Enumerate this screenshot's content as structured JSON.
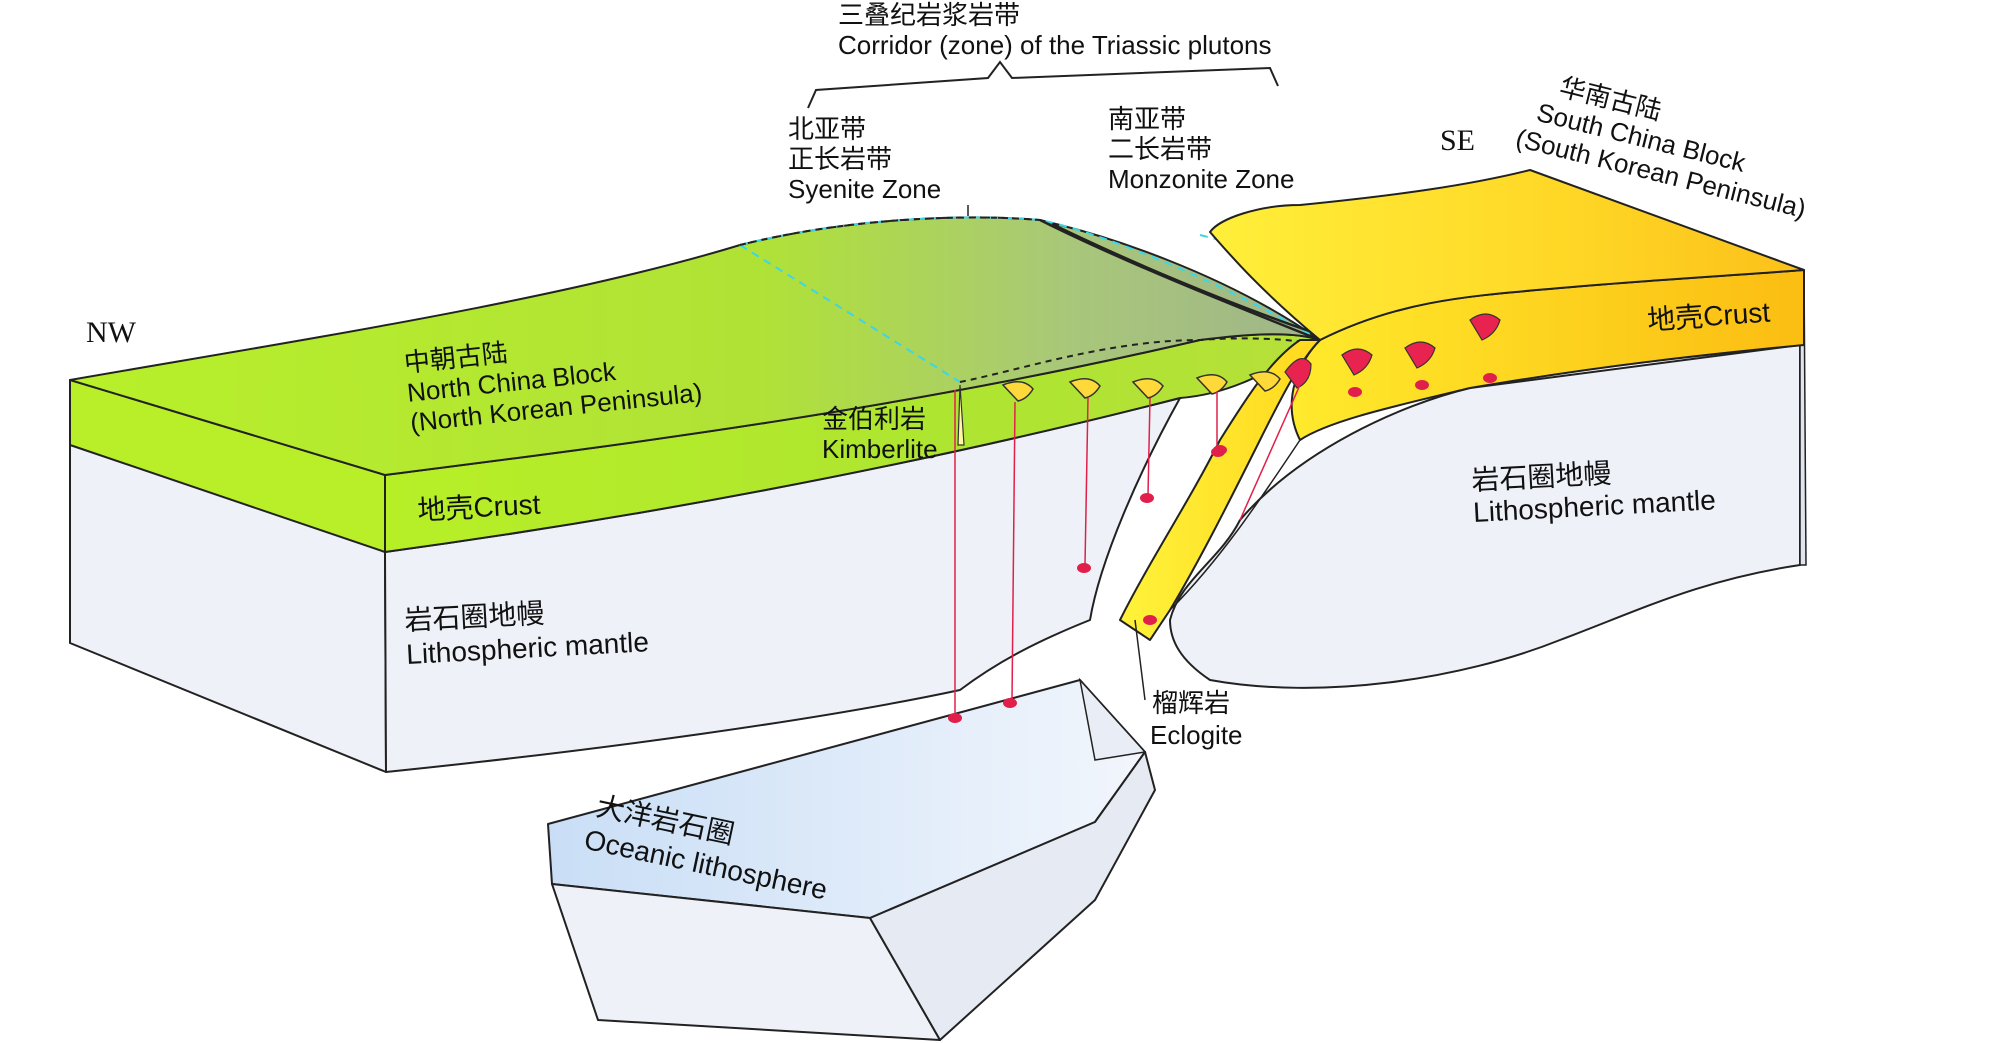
{
  "orientation": {
    "nw": "NW",
    "se": "SE"
  },
  "corridor": {
    "title_cn": "三叠纪岩浆岩带",
    "title_en": "Corridor (zone) of the Triassic plutons"
  },
  "syenite_zone": {
    "line1_cn": "北亚带",
    "line2_cn": "正长岩带",
    "en": "Syenite Zone"
  },
  "monzonite_zone": {
    "line1_cn": "南亚带",
    "line2_cn": "二长岩带",
    "en": "Monzonite Zone"
  },
  "north_china": {
    "name_cn": "中朝古陆",
    "name_en": "North China Block",
    "sub_en": "(North Korean Peninsula)",
    "crust_cn": "地壳",
    "crust_en": "Crust",
    "mantle_cn": "岩石圈地幔",
    "mantle_en": "Lithospheric mantle"
  },
  "south_china": {
    "name_cn": "华南古陆",
    "name_en": "South China Block",
    "sub_en": "(South Korean Peninsula)",
    "crust_cn": "地壳",
    "crust_en": "Crust",
    "mantle_cn": "岩石圈地幔",
    "mantle_en": "Lithospheric mantle"
  },
  "kimberlite": {
    "cn": "金伯利岩",
    "en": "Kimberlite"
  },
  "eclogite": {
    "cn": "榴辉岩",
    "en": "Eclogite"
  },
  "oceanic": {
    "cn": "大洋岩石圈",
    "en": "Oceanic lithosphere"
  },
  "colors": {
    "nc_crust_bright": "#b5ee2a",
    "nc_crust_muted": "#a8c27c",
    "sc_crust_yellow": "#ffe72a",
    "sc_crust_orange": "#fcc010",
    "mantle": "#eef1f7",
    "oceanic_blue": "#cfe3f7",
    "pluton_red": "#e0204a"
  }
}
